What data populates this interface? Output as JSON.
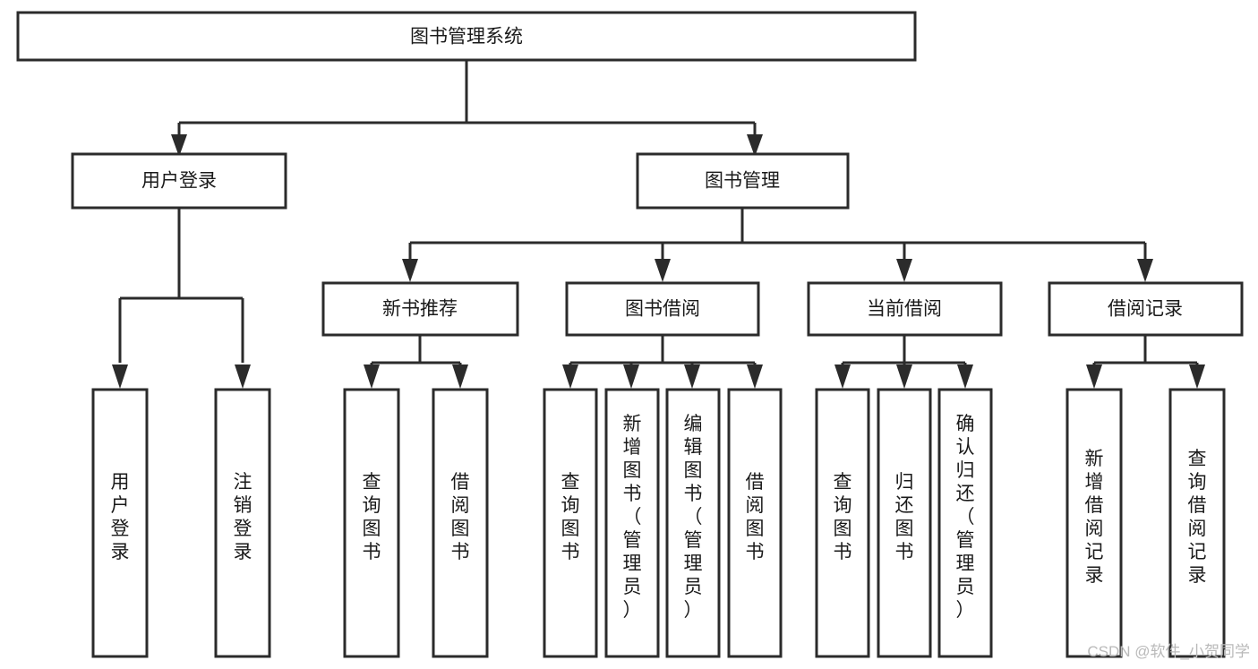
{
  "diagram": {
    "title": "图书管理系统",
    "orientation": "top-down",
    "levels": [
      {
        "level": 1,
        "nodes": [
          {
            "id": "root",
            "label": "图书管理系统",
            "text_orientation": "horizontal"
          }
        ]
      },
      {
        "level": 2,
        "nodes": [
          {
            "id": "user-login",
            "label": "用户登录",
            "text_orientation": "horizontal"
          },
          {
            "id": "book-management",
            "label": "图书管理",
            "text_orientation": "horizontal"
          }
        ]
      },
      {
        "level": 3,
        "nodes": [
          {
            "id": "new-book-recommend",
            "label": "新书推荐",
            "text_orientation": "horizontal"
          },
          {
            "id": "book-borrow",
            "label": "图书借阅",
            "text_orientation": "horizontal"
          },
          {
            "id": "current-borrow",
            "label": "当前借阅",
            "text_orientation": "horizontal"
          },
          {
            "id": "borrow-record",
            "label": "借阅记录",
            "text_orientation": "horizontal"
          }
        ]
      },
      {
        "level": 4,
        "nodes": [
          {
            "id": "leaf-user-login",
            "label": "用户登录",
            "text_orientation": "vertical"
          },
          {
            "id": "leaf-logout-login",
            "label": "注销登录",
            "text_orientation": "vertical"
          },
          {
            "id": "leaf-query-book-1",
            "label": "查询图书",
            "text_orientation": "vertical"
          },
          {
            "id": "leaf-borrow-book-1",
            "label": "借阅图书",
            "text_orientation": "vertical"
          },
          {
            "id": "leaf-query-book-2",
            "label": "查询图书",
            "text_orientation": "vertical"
          },
          {
            "id": "leaf-add-book-admin",
            "label": "新增图书（管理员）",
            "text_orientation": "vertical"
          },
          {
            "id": "leaf-edit-book-admin",
            "label": "编辑图书（管理员）",
            "text_orientation": "vertical"
          },
          {
            "id": "leaf-borrow-book-2",
            "label": "借阅图书",
            "text_orientation": "vertical"
          },
          {
            "id": "leaf-query-book-3",
            "label": "查询图书",
            "text_orientation": "vertical"
          },
          {
            "id": "leaf-return-book",
            "label": "归还图书",
            "text_orientation": "vertical"
          },
          {
            "id": "leaf-confirm-return-admin",
            "label": "确认归还（管理员）",
            "text_orientation": "vertical"
          },
          {
            "id": "leaf-add-borrow-record",
            "label": "新增借阅记录",
            "text_orientation": "vertical"
          },
          {
            "id": "leaf-query-borrow-record",
            "label": "查询借阅记录",
            "text_orientation": "vertical"
          }
        ]
      }
    ],
    "edges": [
      {
        "from": "root",
        "to": "user-login"
      },
      {
        "from": "root",
        "to": "book-management"
      },
      {
        "from": "user-login",
        "to": "leaf-user-login"
      },
      {
        "from": "user-login",
        "to": "leaf-logout-login"
      },
      {
        "from": "book-management",
        "to": "new-book-recommend"
      },
      {
        "from": "book-management",
        "to": "book-borrow"
      },
      {
        "from": "book-management",
        "to": "current-borrow"
      },
      {
        "from": "book-management",
        "to": "borrow-record"
      },
      {
        "from": "new-book-recommend",
        "to": "leaf-query-book-1"
      },
      {
        "from": "new-book-recommend",
        "to": "leaf-borrow-book-1"
      },
      {
        "from": "book-borrow",
        "to": "leaf-query-book-2"
      },
      {
        "from": "book-borrow",
        "to": "leaf-add-book-admin"
      },
      {
        "from": "book-borrow",
        "to": "leaf-edit-book-admin"
      },
      {
        "from": "book-borrow",
        "to": "leaf-borrow-book-2"
      },
      {
        "from": "current-borrow",
        "to": "leaf-query-book-3"
      },
      {
        "from": "current-borrow",
        "to": "leaf-return-book"
      },
      {
        "from": "current-borrow",
        "to": "leaf-confirm-return-admin"
      },
      {
        "from": "borrow-record",
        "to": "leaf-add-borrow-record"
      },
      {
        "from": "borrow-record",
        "to": "leaf-query-borrow-record"
      }
    ],
    "colors": {
      "box_fill": "#ffffff",
      "box_stroke": "#2b2b2b",
      "text": "#1a1a1a",
      "background": "#ffffff",
      "watermark": "#b9b9b9"
    }
  },
  "watermark": {
    "text": "CSDN @软件_小贺同学"
  }
}
